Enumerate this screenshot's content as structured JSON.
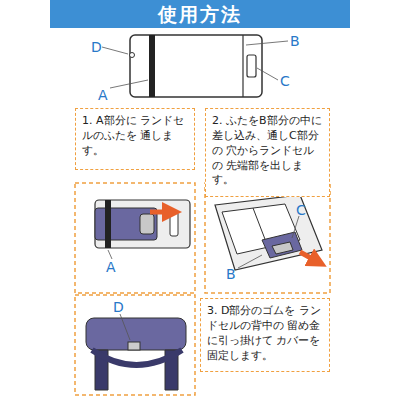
{
  "diagram": {
    "title": "使用方法",
    "nodes": [
      {
        "text": [
          "1. A部分に ランドセルのふたを 通します。"
        ]
      },
      {
        "text": [
          "2. ふたをB部分の中に 差し込み、通しC部分の 穴からランドセルの 先端部を出します。"
        ]
      },
      {
        "text": [
          "3. D部分のゴムを ランドセルの背中の 留め金に引っ掛けて カバーを固定します。"
        ]
      }
    ],
    "labels": [
      "D",
      "B",
      "A",
      "C",
      "A",
      "C",
      "B",
      "D"
    ]
  }
}
